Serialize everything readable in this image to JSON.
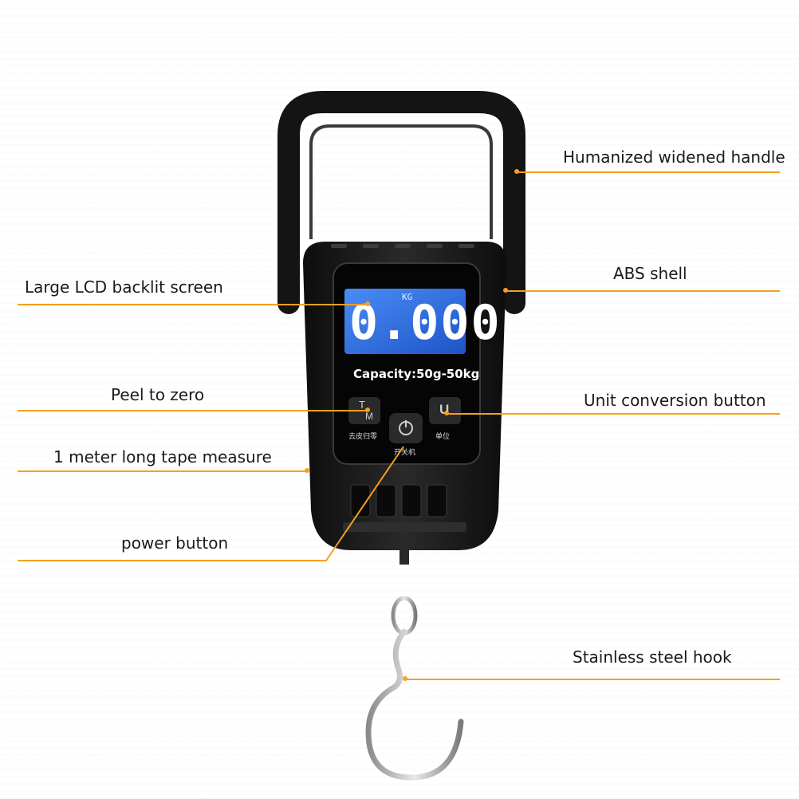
{
  "labels": {
    "handle": "Humanized widened handle",
    "shell": "ABS shell",
    "lcd": "Large LCD backlit screen",
    "peel": "Peel to zero",
    "unit_button": "Unit conversion button",
    "tape": "1 meter long tape measure",
    "power": "power button",
    "hook": "Stainless steel hook"
  },
  "device": {
    "unit": "KG",
    "reading": "0.000",
    "capacity": "Capacity:50g-50kg",
    "btn_tare_top": "T",
    "btn_tare_bottom": "M",
    "btn_tare_caption": "去皮归零",
    "btn_power_caption": "开关机",
    "btn_unit_caption": "单位",
    "btn_unit_glyph": "U"
  },
  "colors": {
    "accent": "#f5a020",
    "lcd": "#2f6fe0",
    "body": "#1b1b1b"
  }
}
